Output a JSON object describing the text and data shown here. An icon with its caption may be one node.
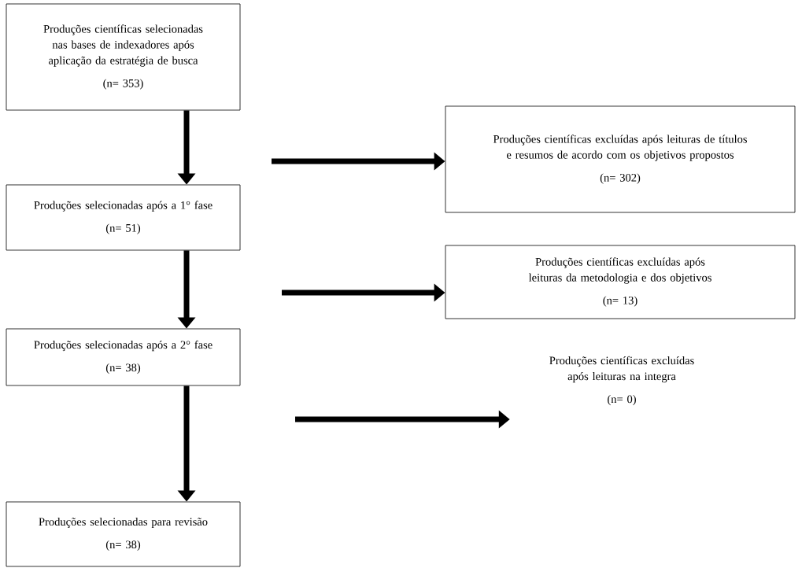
{
  "diagram": {
    "nodes": [
      {
        "text": [
          "Produções científicas selecionadas nas bases de indexadores após aplicação da estratégia de busca",
          "(n= 353)"
        ]
      },
      {
        "text": [
          "Produções científicas excluídas após leituras de títulos e resumos de acordo com os objetivos propostos",
          "(n= 302)"
        ]
      },
      {
        "text": [
          "Produções selecionadas após a 1° fase",
          "(n= 51)"
        ]
      },
      {
        "text": [
          "Produções científicas excluídas após leituras da metodologia e dos objetivos",
          "(n= 13)"
        ]
      },
      {
        "text": [
          "Produções selecionadas após a 2° fase",
          "(n= 38)"
        ]
      },
      {
        "text": [
          "Produções científicas excluídas após leituras na integra",
          "(n= 0)"
        ]
      },
      {
        "text": [
          "Produções selecionadas para revisão",
          "(n= 38)"
        ]
      }
    ],
    "edges": [
      {
        "from": null,
        "to": 1,
        "arrow": "to"
      },
      {
        "from": 0,
        "to": 2,
        "arrow": "to"
      },
      {
        "from": null,
        "to": 3,
        "arrow": "to"
      },
      {
        "from": 2,
        "to": 4,
        "arrow": "to"
      },
      {
        "from": null,
        "to": 5,
        "arrow": "to"
      },
      {
        "from": 4,
        "to": 6,
        "arrow": "to"
      }
    ]
  }
}
